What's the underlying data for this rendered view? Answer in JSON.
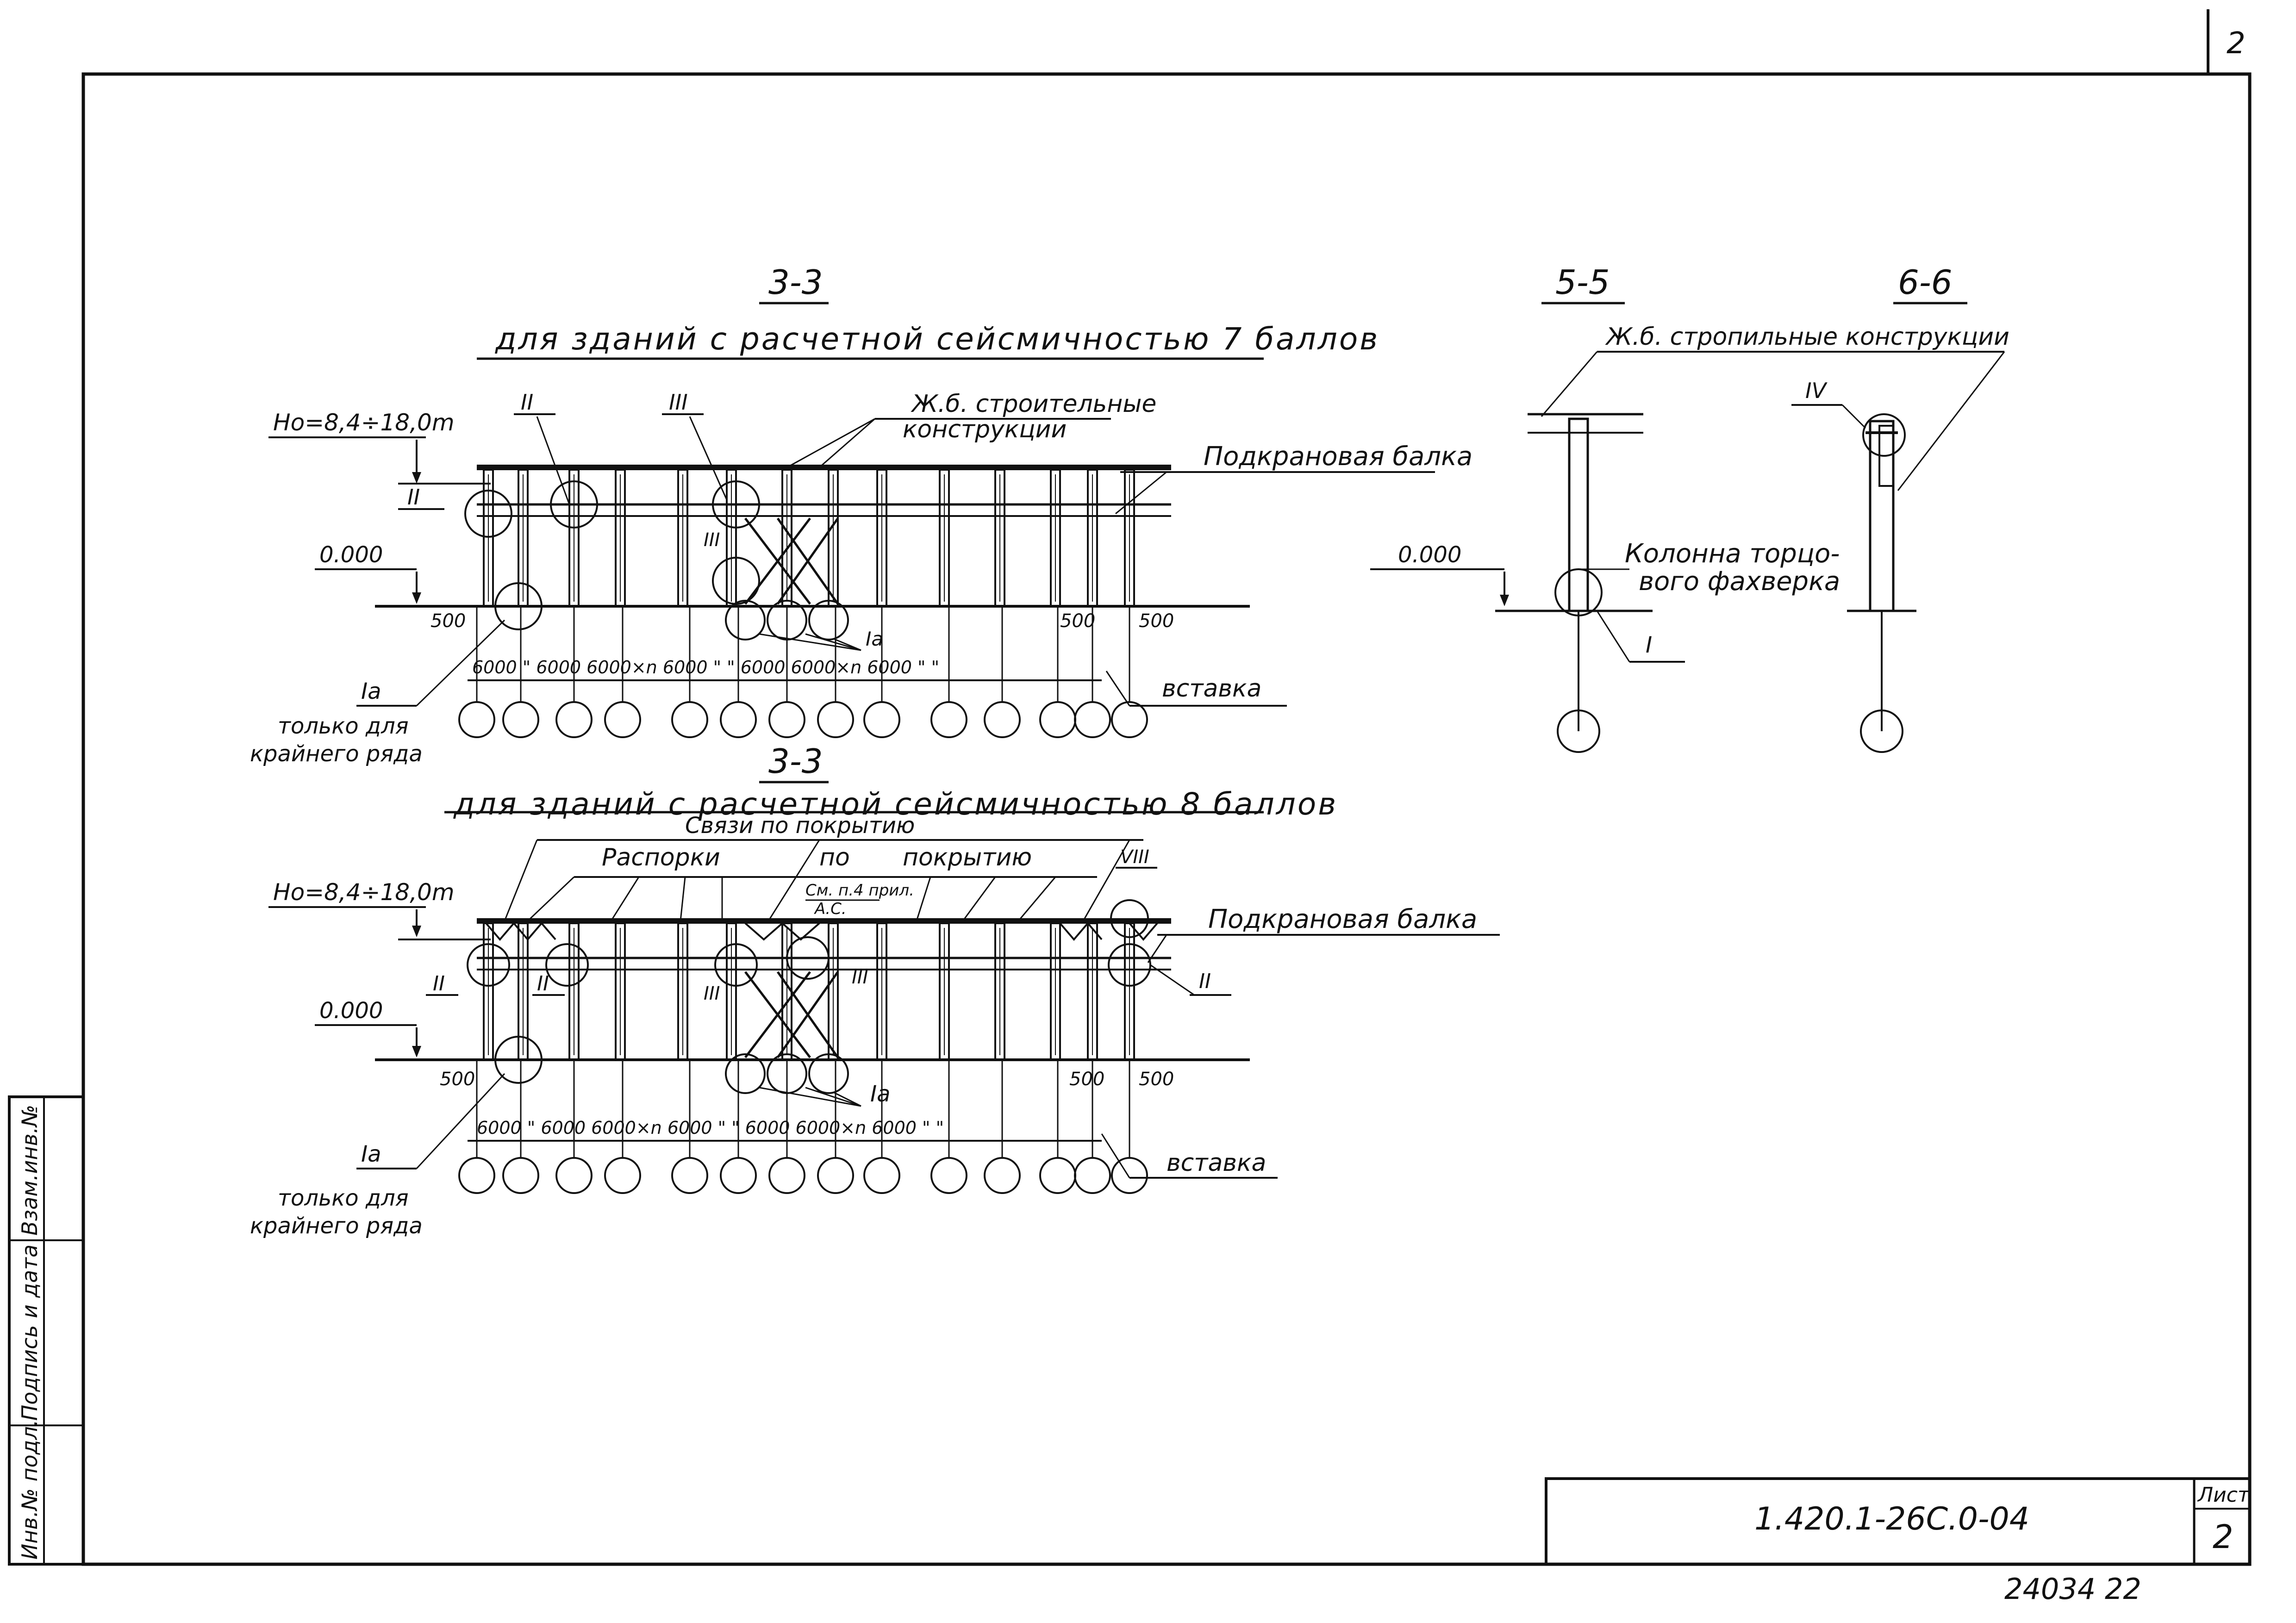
{
  "corner_number": "2",
  "section_3_3_top": {
    "title": "3-3",
    "subtitle": "для зданий с расчетной сейсмичностью 7 баллов",
    "height_label": "Hо=8,4÷18,0m",
    "level_label": "0.000",
    "label_II_a": "II",
    "label_II_b": "II",
    "label_III_a": "III",
    "label_III_b": "III",
    "callout_rc_line1": "Ж.б. строительные",
    "callout_rc_line2": "конструкции",
    "crane_beam": "Подкрановая балка",
    "dim_500_left": "500",
    "dim_500_right_a": "500",
    "dim_500_right_b": "500",
    "label_Ia": "Iа",
    "label_Ia_mid": "Iа",
    "only_line1": "только для",
    "only_line2": "крайнего ряда",
    "spans": "6000  \"  6000 6000×n 6000  \"   \"   6000 6000×n 6000  \"   \"",
    "insert": "вставка"
  },
  "section_3_3_bottom": {
    "title": "3-3",
    "subtitle": "для зданий с расчетной сейсмичностью 8 баллов",
    "bracing_roof": "Связи по покрытию",
    "struts": "Распорки",
    "struts_roof_1": "по",
    "struts_roof_2": "покрытию",
    "note_line1": "См. п.4 прил.",
    "note_line2": "А.С.",
    "height_label": "Hо=8,4÷18,0m",
    "level_label": "0.000",
    "crane_beam": "Подкрановая балка",
    "label_VIII": "VIII",
    "label_II_left": "II",
    "label_II_mid": "II",
    "label_II_right": "II",
    "label_III_a": "III",
    "label_III_b": "III",
    "dim_500_left": "500",
    "dim_500_right_a": "500",
    "dim_500_right_b": "500",
    "label_Ia": "Iа",
    "label_Ia_mid": "Iа",
    "only_line1": "только для",
    "only_line2": "крайнего ряда",
    "spans": "6000  \"  6000 6000×n 6000  \"   \"   6000 6000×n 6000  \"   \"",
    "insert": "вставка"
  },
  "section_5_5": {
    "title": "5-5",
    "level_label": "0.000",
    "column_line1": "Колонна торцо-",
    "column_line2": "вого фахверка",
    "label_I": "I"
  },
  "section_6_6": {
    "title": "6-6",
    "roof_rc": "Ж.б. стропильные   конструкции",
    "label_IV": "IV"
  },
  "side_stamp": {
    "inv_no": "Инв.№ подл.",
    "signature_date": "Подпись и дата",
    "replace_inv": "Взам.инв.№"
  },
  "title_block": {
    "code": "1.420.1-26С.0-04",
    "sheet_label": "Лист",
    "sheet_no": "2"
  },
  "footer": "24034   22"
}
